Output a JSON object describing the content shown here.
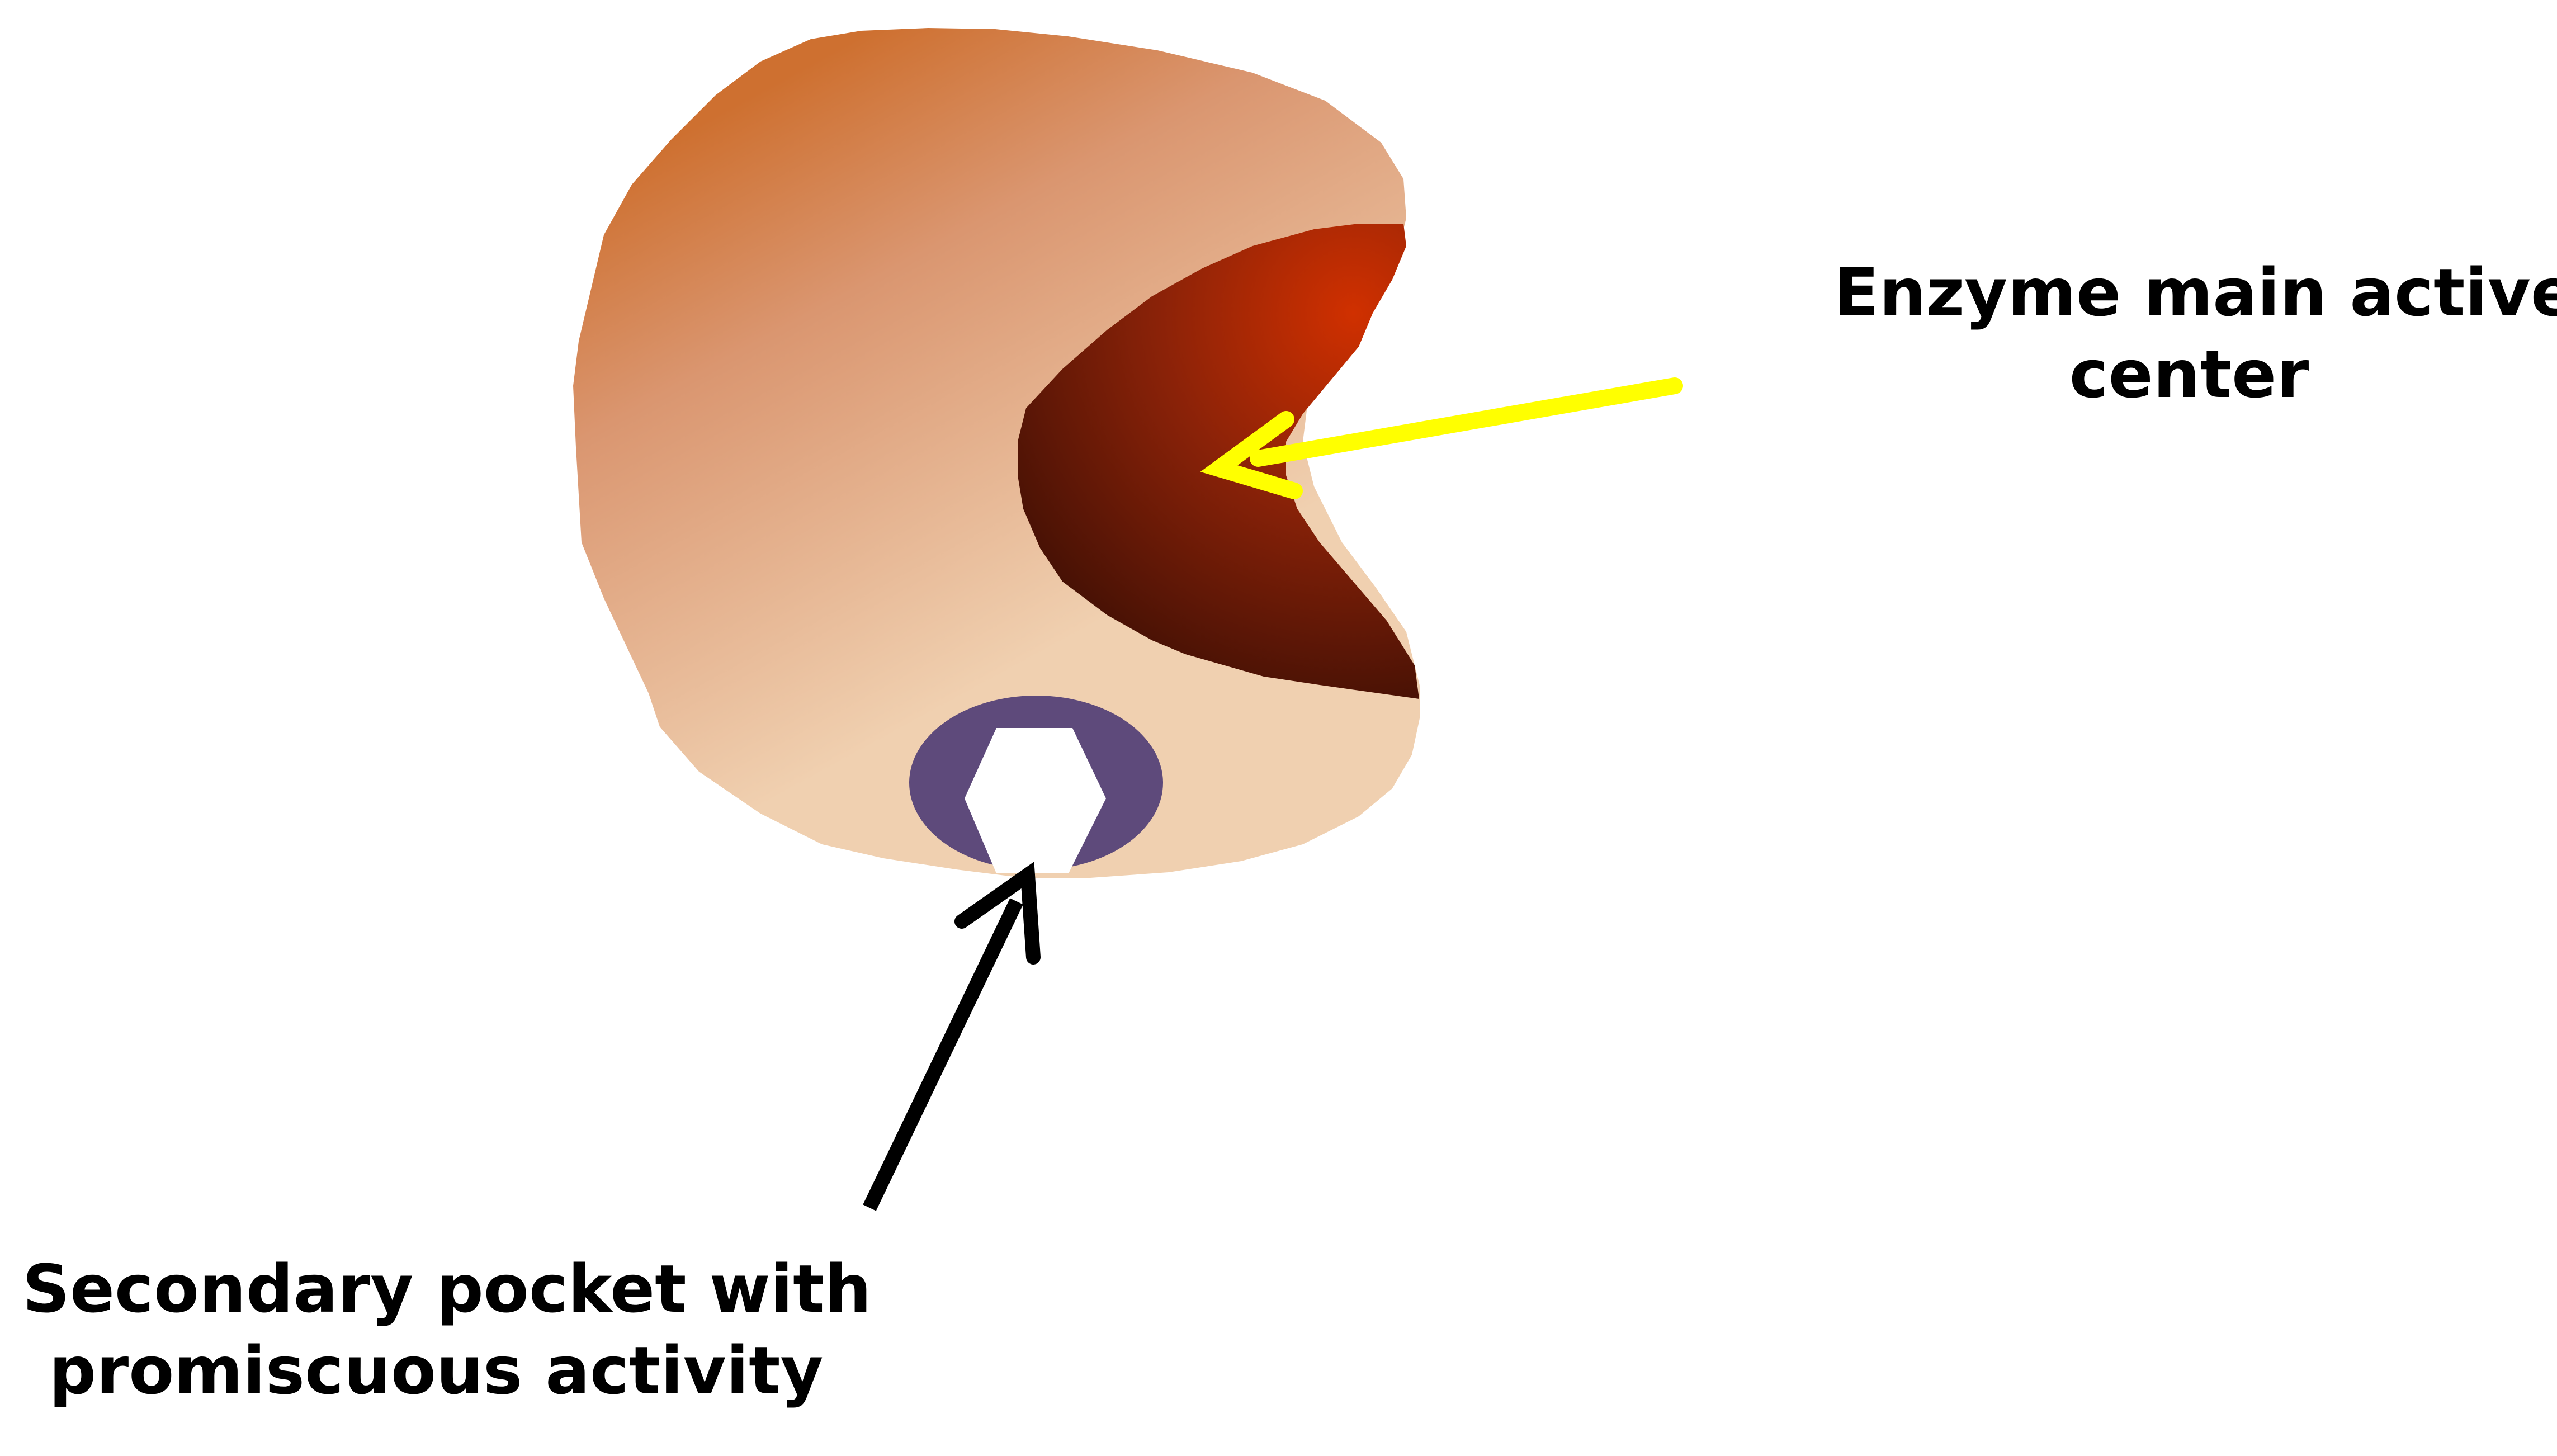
{
  "annotations": {
    "main_active_center": {
      "lines": [
        "Enzyme main active",
        "center"
      ],
      "arrow_color": "#FFFF00"
    },
    "secondary_pocket": {
      "lines": [
        "Secondary pocket with",
        "promiscuous activity"
      ],
      "arrow_color": "#000000"
    }
  },
  "colors": {
    "enzyme_body_dark": "#CE7030",
    "enzyme_body_light": "#F0D0B0",
    "active_site_bright": "#D03000",
    "active_site_dark": "#3A0E04",
    "pocket": "#5E4A7B",
    "substrate": "#FFFFFF"
  }
}
